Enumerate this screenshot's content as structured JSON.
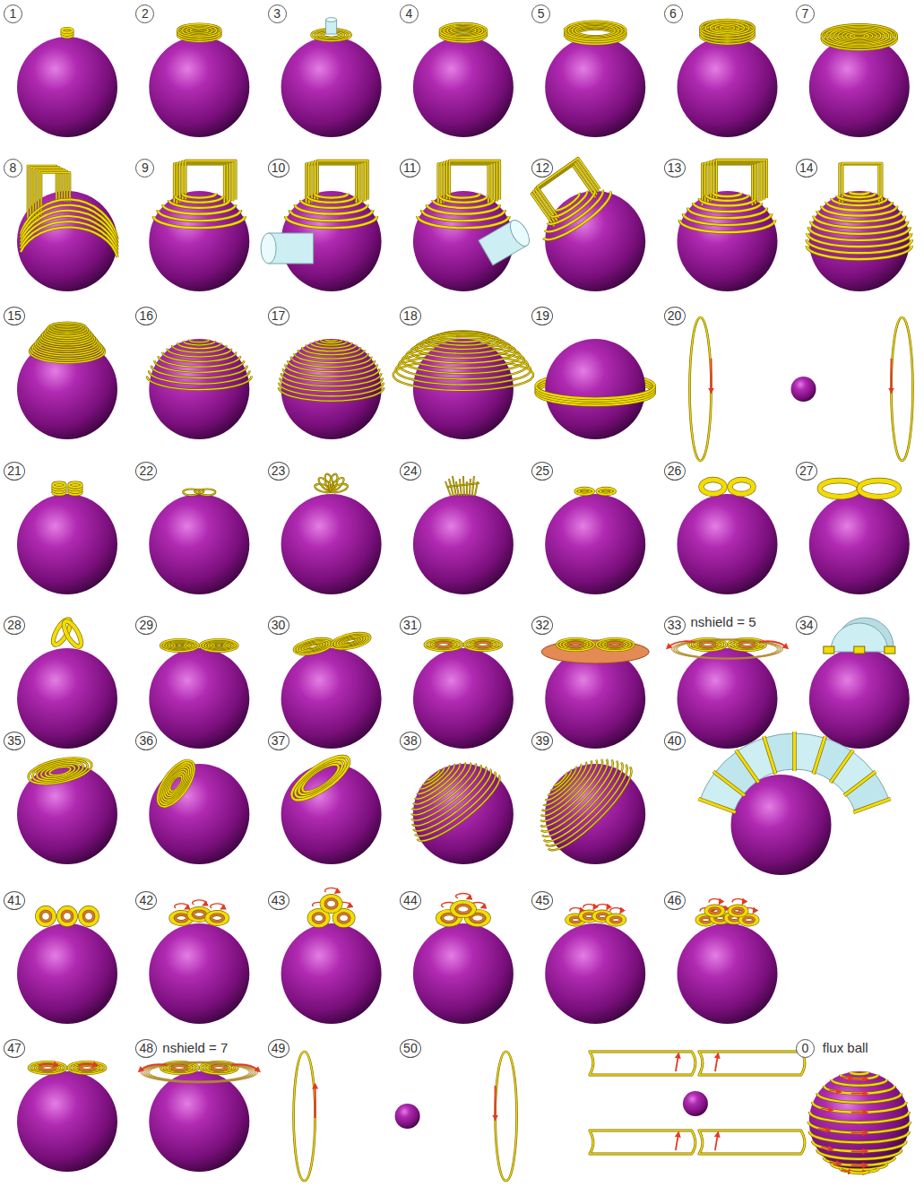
{
  "diagram": {
    "labels": [
      "1",
      "2",
      "3",
      "4",
      "5",
      "6",
      "7",
      "8",
      "9",
      "10",
      "11",
      "12",
      "13",
      "14",
      "15",
      "16",
      "17",
      "18",
      "19",
      "20",
      "21",
      "22",
      "23",
      "24",
      "25",
      "26",
      "27",
      "28",
      "29",
      "30",
      "31",
      "32",
      "33",
      "nshield = 5",
      "34",
      "35",
      "36",
      "37",
      "38",
      "39",
      "40",
      "41",
      "42",
      "43",
      "44",
      "45",
      "46",
      "47",
      "48",
      "nshield = 7",
      "49",
      "50",
      "0",
      "flux ball"
    ]
  }
}
